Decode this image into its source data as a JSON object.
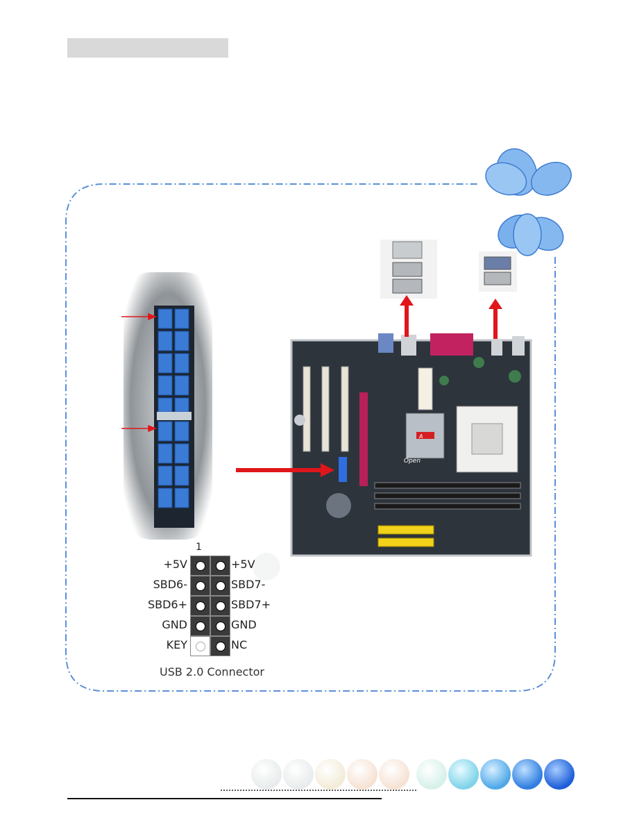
{
  "pinout": {
    "pin_one": "1",
    "rows": [
      {
        "left": "+5V",
        "right": "+5V",
        "key": false
      },
      {
        "left": "SBD6-",
        "right": "SBD7-",
        "key": false
      },
      {
        "left": "SBD6+",
        "right": "SBD7+",
        "key": false
      },
      {
        "left": "GND",
        "right": "GND",
        "key": false
      },
      {
        "left": "KEY",
        "right": "NC",
        "key": true
      }
    ],
    "caption": "USB 2.0 Connector"
  },
  "board": {
    "brand": "Open"
  },
  "colors": {
    "frame_dash": "#5b8fd8",
    "arrow": "#e0161b",
    "header_bar": "#d9d9d9",
    "header_blue": "#3a7bd5",
    "orb_blue": "#1e63d8"
  }
}
